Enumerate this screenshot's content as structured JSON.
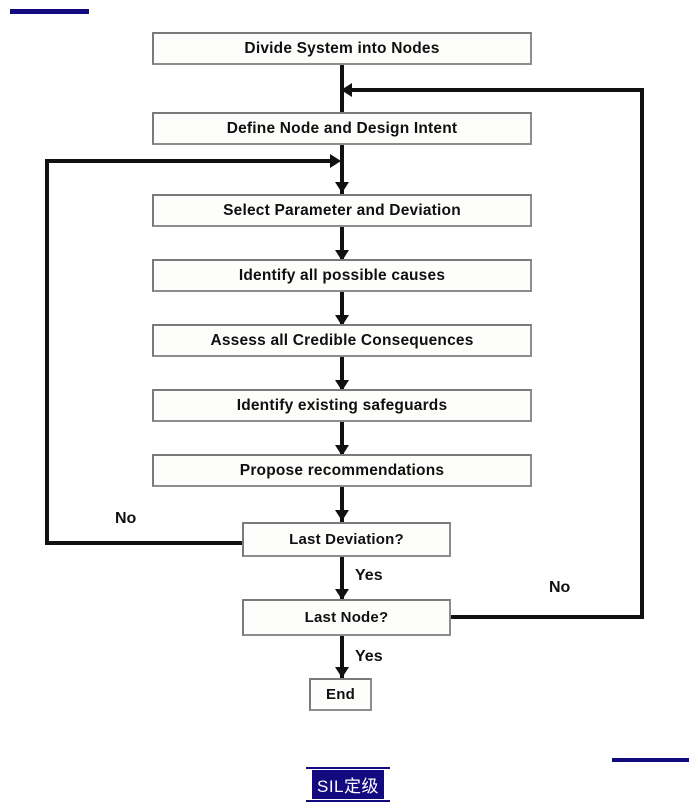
{
  "diagram": {
    "title": "HAZOP study procedure flowchart",
    "accent_color": "#140a80",
    "line_color": "#111111",
    "box_border_color": "#7a7a7a",
    "nodes": [
      {
        "id": "divide",
        "label": "Divide System into Nodes"
      },
      {
        "id": "define",
        "label": "Define Node and Design Intent"
      },
      {
        "id": "select",
        "label": "Select Parameter and Deviation"
      },
      {
        "id": "causes",
        "label": "Identify all possible causes"
      },
      {
        "id": "consequences",
        "label": "Assess all Credible Consequences"
      },
      {
        "id": "safeguards",
        "label": "Identify existing safeguards"
      },
      {
        "id": "recommend",
        "label": "Propose recommendations"
      },
      {
        "id": "last-deviation",
        "label": "Last Deviation?"
      },
      {
        "id": "last-node",
        "label": "Last Node?"
      },
      {
        "id": "end",
        "label": "End"
      }
    ],
    "branch_labels": {
      "deviation_no": "No",
      "deviation_yes": "Yes",
      "node_no": "No",
      "node_yes": "Yes"
    }
  },
  "caption": {
    "text": "SIL定级"
  }
}
